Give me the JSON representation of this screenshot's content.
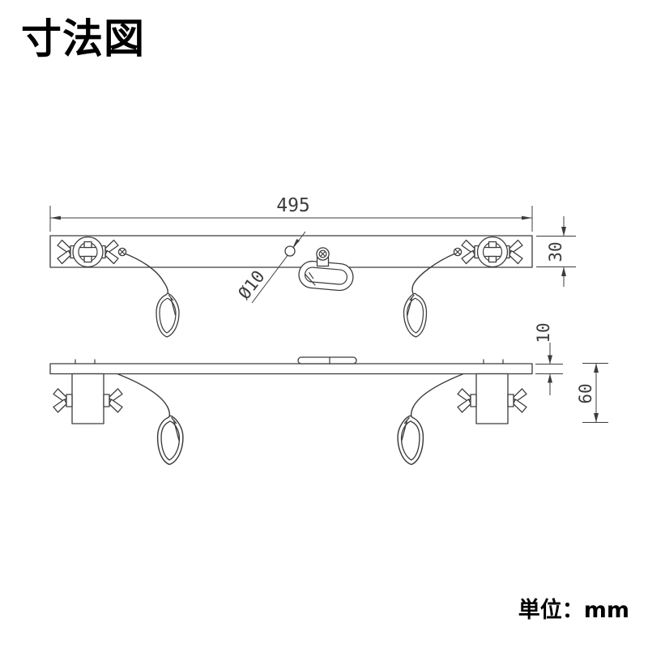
{
  "page": {
    "title": "寸法図",
    "unit_label": "単位：mm",
    "background_color": "#ffffff"
  },
  "drawing": {
    "line_color": "#3c3c3c",
    "text_color": "#3c3c3c",
    "labels": {
      "overall_width_mm": "495",
      "bar_height_mm": "30",
      "hole_diameter": "Ø10",
      "plate_thickness_mm": "10",
      "hanger_height_mm": "60"
    }
  }
}
